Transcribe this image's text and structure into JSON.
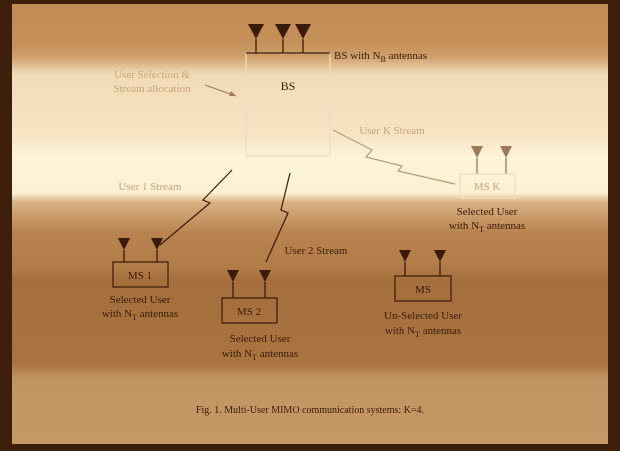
{
  "bs": {
    "label": "BS",
    "description": "BS with N",
    "description_sub": "B",
    "description_tail": " antennas"
  },
  "annotation": {
    "line1": "User Selection &",
    "line2": "Stream allocation"
  },
  "streams": {
    "user1": "User 1 Stream",
    "user2": "User 2 Stream",
    "userK": "User K Stream"
  },
  "stations": {
    "ms1": {
      "label": "MS 1",
      "caption_line1": "Selected User",
      "caption_line2_pre": "with N",
      "caption_line2_sub": "T",
      "caption_line2_post": " antennas"
    },
    "ms2": {
      "label": "MS 2",
      "caption_line1": "Selected User",
      "caption_line2_pre": "with N",
      "caption_line2_sub": "T",
      "caption_line2_post": " antennas"
    },
    "msk": {
      "label": "MS K",
      "caption_line1": "Selected User",
      "caption_line2_pre": "with N",
      "caption_line2_sub": "T",
      "caption_line2_post": " antennas"
    },
    "ms": {
      "label": "MS",
      "caption_line1": "Un-Selected User",
      "caption_line2_pre": "with N",
      "caption_line2_sub": "T",
      "caption_line2_post": " antennas"
    }
  },
  "caption": "Fig. 1. Multi-User MIMO communication systems: K=4.",
  "colors": {
    "frame": "#3e1f0c",
    "bands": [
      "#c7955f",
      "#d5a874",
      "#f3dfbe",
      "#fbf1d6",
      "#b7834f",
      "#a26d3b",
      "#b0804e",
      "#c59a6a"
    ]
  }
}
